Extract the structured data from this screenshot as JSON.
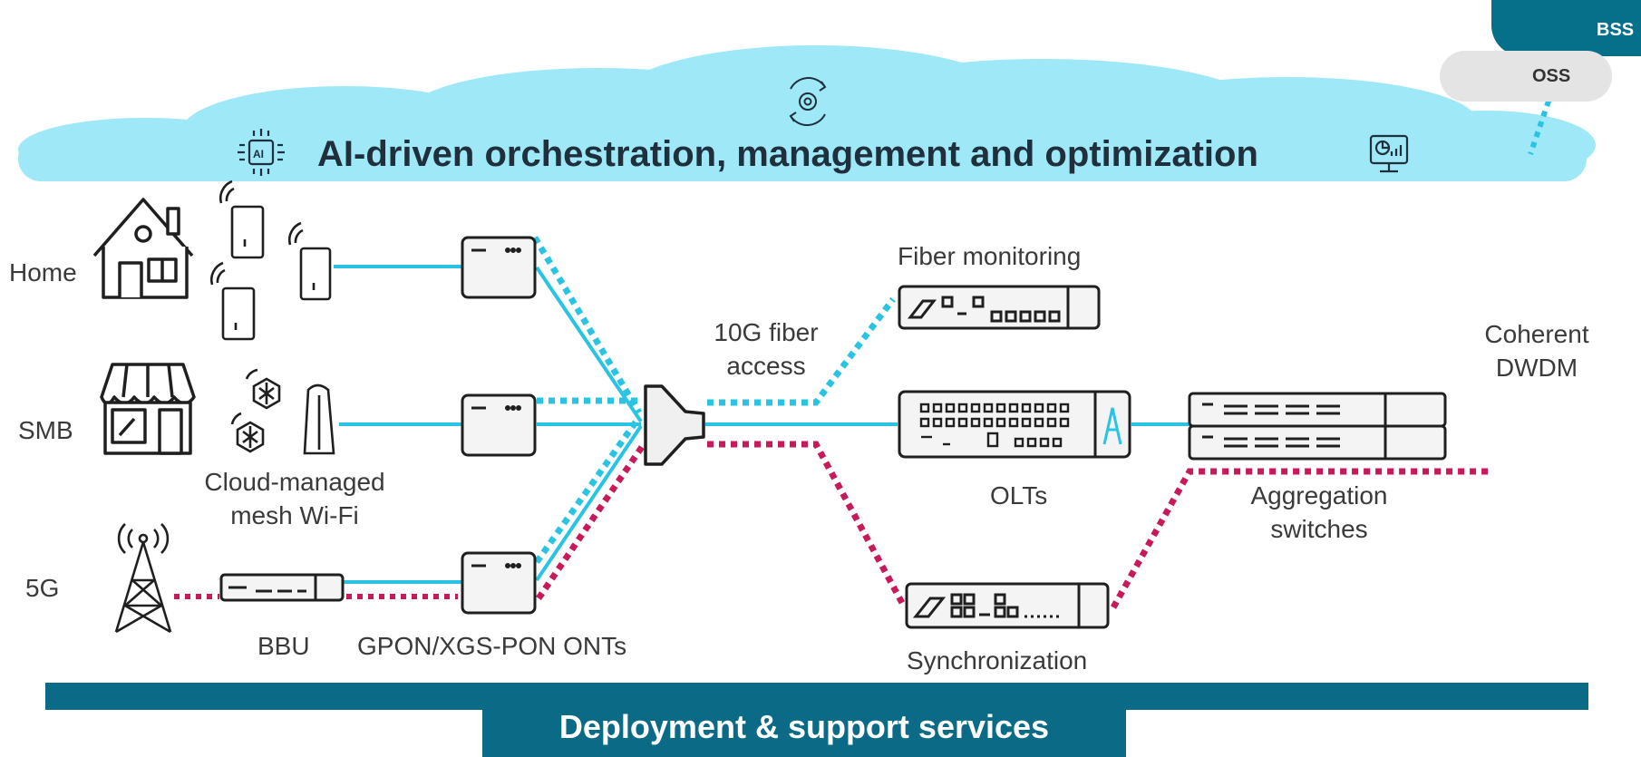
{
  "header": {
    "bss": "BSS",
    "oss": "OSS"
  },
  "cloud": {
    "title": "AI-driven orchestration, management and optimization"
  },
  "labels": {
    "home": "Home",
    "smb": "SMB",
    "five_g": "5G",
    "mesh_line1": "Cloud-managed",
    "mesh_line2": "mesh Wi-Fi",
    "bbu": "BBU",
    "onts": "GPON/XGS-PON ONTs",
    "fiber_access_line1": "10G fiber",
    "fiber_access_line2": "access",
    "fiber_monitoring": "Fiber monitoring",
    "olts": "OLTs",
    "synchronization": "Synchronization",
    "aggregation_line1": "Aggregation",
    "aggregation_line2": "switches",
    "coherent_line1": "Coherent",
    "coherent_line2": "DWDM"
  },
  "footer": {
    "button": "Deployment & support services"
  },
  "icons": [
    "ai-chip-icon",
    "gear-cycle-icon",
    "dashboard-monitor-icon",
    "house-icon",
    "storefront-icon",
    "cell-tower-icon",
    "wifi-access-point-icon",
    "mesh-node-icon",
    "ont-icon",
    "splitter-icon",
    "olt-icon",
    "switch-icon"
  ],
  "colors": {
    "cyan": "#29c4e3",
    "magenta": "#c8195a",
    "cloud": "#9ee8f7",
    "teal": "#0b6b86",
    "line": "#2a2a2a"
  }
}
